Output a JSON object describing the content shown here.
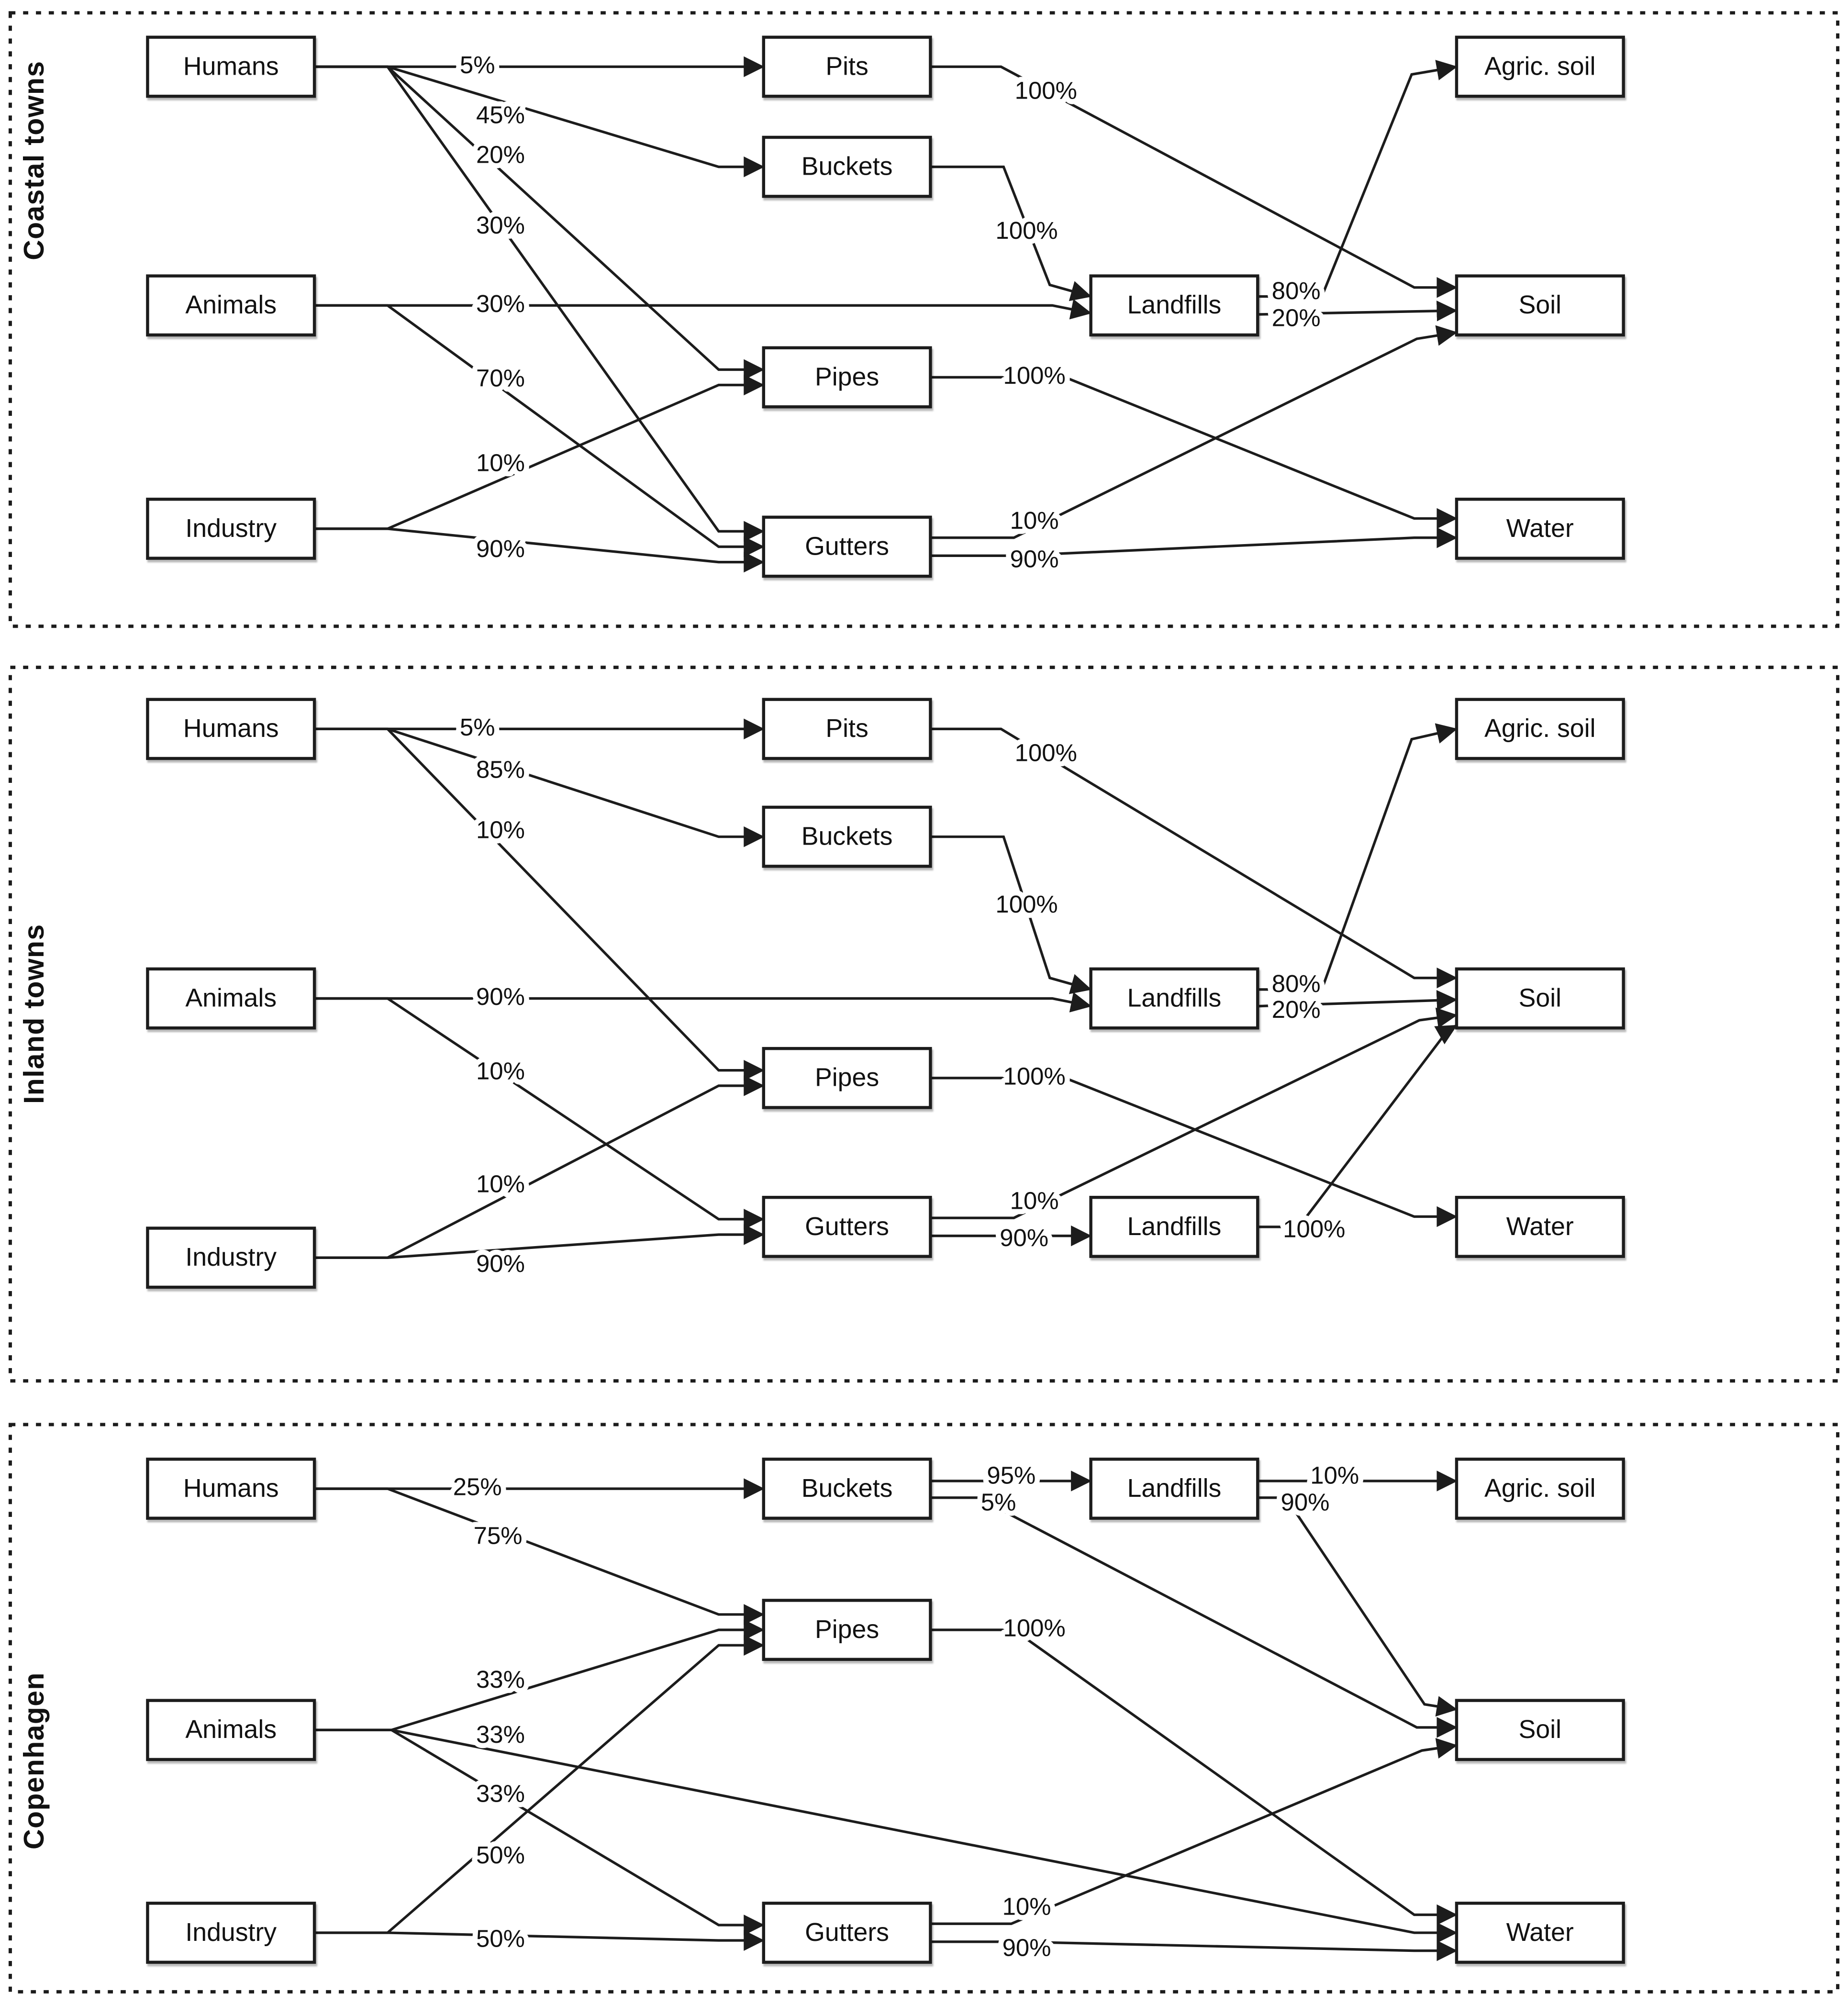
{
  "figure": {
    "background": "#ffffff",
    "line_color": "#1c1c1c",
    "box_fill": "#ffffff"
  },
  "panels": [
    {
      "id": "coastal",
      "title": "Coastal towns",
      "nodes": [
        {
          "id": "humans",
          "label": "Humans"
        },
        {
          "id": "animals",
          "label": "Animals"
        },
        {
          "id": "industry",
          "label": "Industry"
        },
        {
          "id": "pits",
          "label": "Pits"
        },
        {
          "id": "buckets",
          "label": "Buckets"
        },
        {
          "id": "pipes",
          "label": "Pipes"
        },
        {
          "id": "gutters",
          "label": "Gutters"
        },
        {
          "id": "landfills",
          "label": "Landfills"
        },
        {
          "id": "agric_soil",
          "label": "Agric. soil"
        },
        {
          "id": "soil",
          "label": "Soil"
        },
        {
          "id": "water",
          "label": "Water"
        }
      ],
      "edges": [
        {
          "from": "humans",
          "to": "pits",
          "pct": "5%"
        },
        {
          "from": "humans",
          "to": "buckets",
          "pct": "45%"
        },
        {
          "from": "humans",
          "to": "pipes",
          "pct": "20%"
        },
        {
          "from": "humans",
          "to": "gutters",
          "pct": "30%"
        },
        {
          "from": "animals",
          "to": "landfills",
          "pct": "30%"
        },
        {
          "from": "animals",
          "to": "gutters",
          "pct": "70%"
        },
        {
          "from": "industry",
          "to": "pipes",
          "pct": "10%"
        },
        {
          "from": "industry",
          "to": "gutters",
          "pct": "90%"
        },
        {
          "from": "pits",
          "to": "soil",
          "pct": "100%"
        },
        {
          "from": "buckets",
          "to": "landfills",
          "pct": "100%"
        },
        {
          "from": "landfills",
          "to": "agric_soil",
          "pct": "80%"
        },
        {
          "from": "landfills",
          "to": "soil",
          "pct": "20%"
        },
        {
          "from": "pipes",
          "to": "water",
          "pct": "100%"
        },
        {
          "from": "gutters",
          "to": "soil",
          "pct": "10%"
        },
        {
          "from": "gutters",
          "to": "water",
          "pct": "90%"
        }
      ]
    },
    {
      "id": "inland",
      "title": "Inland towns",
      "nodes": [
        {
          "id": "humans",
          "label": "Humans"
        },
        {
          "id": "animals",
          "label": "Animals"
        },
        {
          "id": "industry",
          "label": "Industry"
        },
        {
          "id": "pits",
          "label": "Pits"
        },
        {
          "id": "buckets",
          "label": "Buckets"
        },
        {
          "id": "pipes",
          "label": "Pipes"
        },
        {
          "id": "gutters",
          "label": "Gutters"
        },
        {
          "id": "landfills",
          "label": "Landfills"
        },
        {
          "id": "landfills2",
          "label": "Landfills"
        },
        {
          "id": "agric_soil",
          "label": "Agric. soil"
        },
        {
          "id": "soil",
          "label": "Soil"
        },
        {
          "id": "water",
          "label": "Water"
        }
      ],
      "edges": [
        {
          "from": "humans",
          "to": "pits",
          "pct": "5%"
        },
        {
          "from": "humans",
          "to": "buckets",
          "pct": "85%"
        },
        {
          "from": "humans",
          "to": "pipes",
          "pct": "10%"
        },
        {
          "from": "animals",
          "to": "landfills",
          "pct": "90%"
        },
        {
          "from": "animals",
          "to": "gutters",
          "pct": "10%"
        },
        {
          "from": "industry",
          "to": "pipes",
          "pct": "10%"
        },
        {
          "from": "industry",
          "to": "gutters",
          "pct": "90%"
        },
        {
          "from": "pits",
          "to": "soil",
          "pct": "100%"
        },
        {
          "from": "buckets",
          "to": "landfills",
          "pct": "100%"
        },
        {
          "from": "landfills",
          "to": "agric_soil",
          "pct": "80%"
        },
        {
          "from": "landfills",
          "to": "soil",
          "pct": "20%"
        },
        {
          "from": "pipes",
          "to": "water",
          "pct": "100%"
        },
        {
          "from": "gutters",
          "to": "soil",
          "pct": "10%"
        },
        {
          "from": "gutters",
          "to": "landfills2",
          "pct": "90%"
        },
        {
          "from": "landfills2",
          "to": "soil",
          "pct": "100%"
        }
      ]
    },
    {
      "id": "copenhagen",
      "title": "Copenhagen",
      "nodes": [
        {
          "id": "humans",
          "label": "Humans"
        },
        {
          "id": "animals",
          "label": "Animals"
        },
        {
          "id": "industry",
          "label": "Industry"
        },
        {
          "id": "buckets",
          "label": "Buckets"
        },
        {
          "id": "pipes",
          "label": "Pipes"
        },
        {
          "id": "gutters",
          "label": "Gutters"
        },
        {
          "id": "landfills",
          "label": "Landfills"
        },
        {
          "id": "agric_soil",
          "label": "Agric. soil"
        },
        {
          "id": "soil",
          "label": "Soil"
        },
        {
          "id": "water",
          "label": "Water"
        }
      ],
      "edges": [
        {
          "from": "humans",
          "to": "buckets",
          "pct": "25%"
        },
        {
          "from": "humans",
          "to": "pipes",
          "pct": "75%"
        },
        {
          "from": "animals",
          "to": "pipes",
          "pct": "33%"
        },
        {
          "from": "animals",
          "to": "water",
          "pct": "33%"
        },
        {
          "from": "animals",
          "to": "gutters",
          "pct": "33%"
        },
        {
          "from": "industry",
          "to": "pipes",
          "pct": "50%"
        },
        {
          "from": "industry",
          "to": "gutters",
          "pct": "50%"
        },
        {
          "from": "buckets",
          "to": "landfills",
          "pct": "95%"
        },
        {
          "from": "buckets",
          "to": "soil",
          "pct": "5%"
        },
        {
          "from": "landfills",
          "to": "agric_soil",
          "pct": "10%"
        },
        {
          "from": "landfills",
          "to": "soil",
          "pct": "90%"
        },
        {
          "from": "pipes",
          "to": "water",
          "pct": "100%"
        },
        {
          "from": "gutters",
          "to": "soil",
          "pct": "10%"
        },
        {
          "from": "gutters",
          "to": "water",
          "pct": "90%"
        }
      ]
    }
  ]
}
